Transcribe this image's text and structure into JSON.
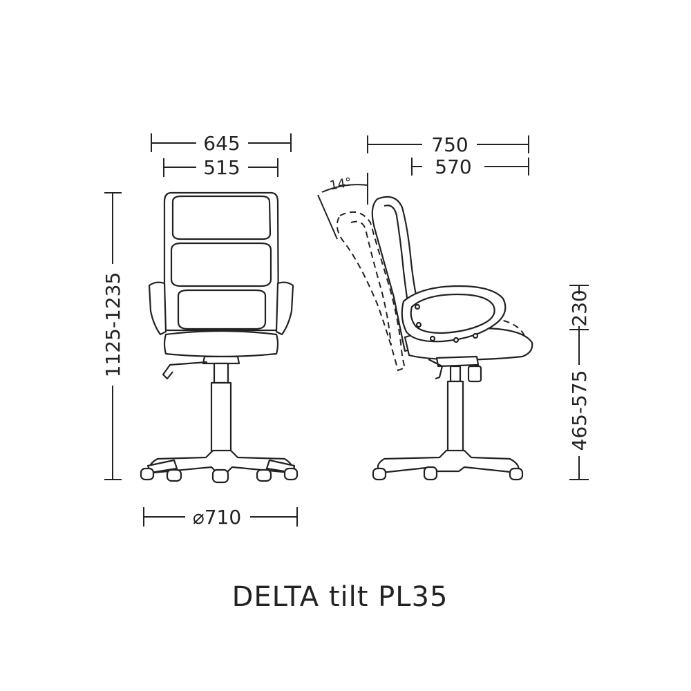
{
  "front_view": {
    "width_overall": "645",
    "width_seat": "515",
    "height_range": "1125-1235",
    "base_diameter": "⌀710"
  },
  "side_view": {
    "depth_overall": "750",
    "depth_seat": "570",
    "tilt_angle": "14°",
    "armrest_height": "230",
    "seat_height_range": "465-575"
  },
  "model_name": "DELTA tilt PL35",
  "colors": {
    "line": "#222222",
    "background": "#ffffff"
  }
}
